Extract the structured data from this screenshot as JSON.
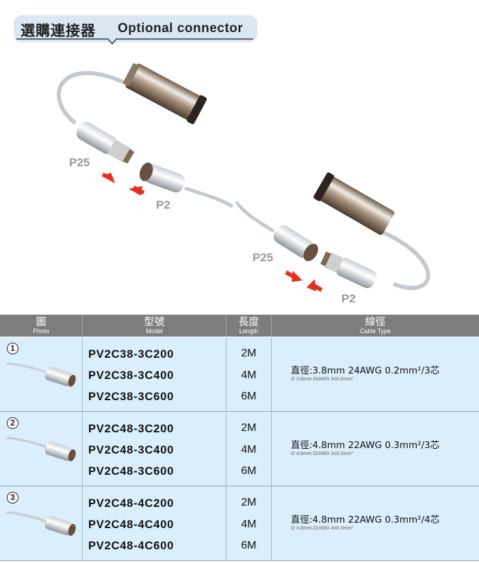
{
  "header": {
    "title_zh": "選購連接器",
    "title_en": "Optional connector"
  },
  "illustration": {
    "labels": [
      "P25",
      "P2",
      "P25",
      "P2"
    ]
  },
  "table": {
    "headers": [
      {
        "zh": "圖",
        "en": "Photo"
      },
      {
        "zh": "型號",
        "en": "Model"
      },
      {
        "zh": "長度",
        "en": "Length"
      },
      {
        "zh": "線徑",
        "en": "Cable Type"
      }
    ],
    "rows": [
      {
        "num": "1",
        "models": [
          "PV2C38-3C200",
          "PV2C38-3C400",
          "PV2C38-3C600"
        ],
        "lengths": [
          "2M",
          "4M",
          "6M"
        ],
        "cable_main": "直徑:3.8mm  24AWG  0.2mm²/3芯",
        "cable_sub": "∅ 3.8mm 24AWG 3x0.2mm²"
      },
      {
        "num": "2",
        "models": [
          "PV2C48-3C200",
          "PV2C48-3C400",
          "PV2C48-3C600"
        ],
        "lengths": [
          "2M",
          "4M",
          "6M"
        ],
        "cable_main": "直徑:4.8mm  22AWG  0.3mm²/3芯",
        "cable_sub": "∅ 4.8mm 22AWG 3x0.3mm²"
      },
      {
        "num": "3",
        "models": [
          "PV2C48-4C200",
          "PV2C48-4C400",
          "PV2C48-4C600"
        ],
        "lengths": [
          "2M",
          "4M",
          "6M"
        ],
        "cable_main": "直徑:4.8mm  22AWG  0.3mm²/4芯",
        "cable_sub": "∅ 4.8mm 22AWG 4x0.3mm²"
      }
    ]
  }
}
